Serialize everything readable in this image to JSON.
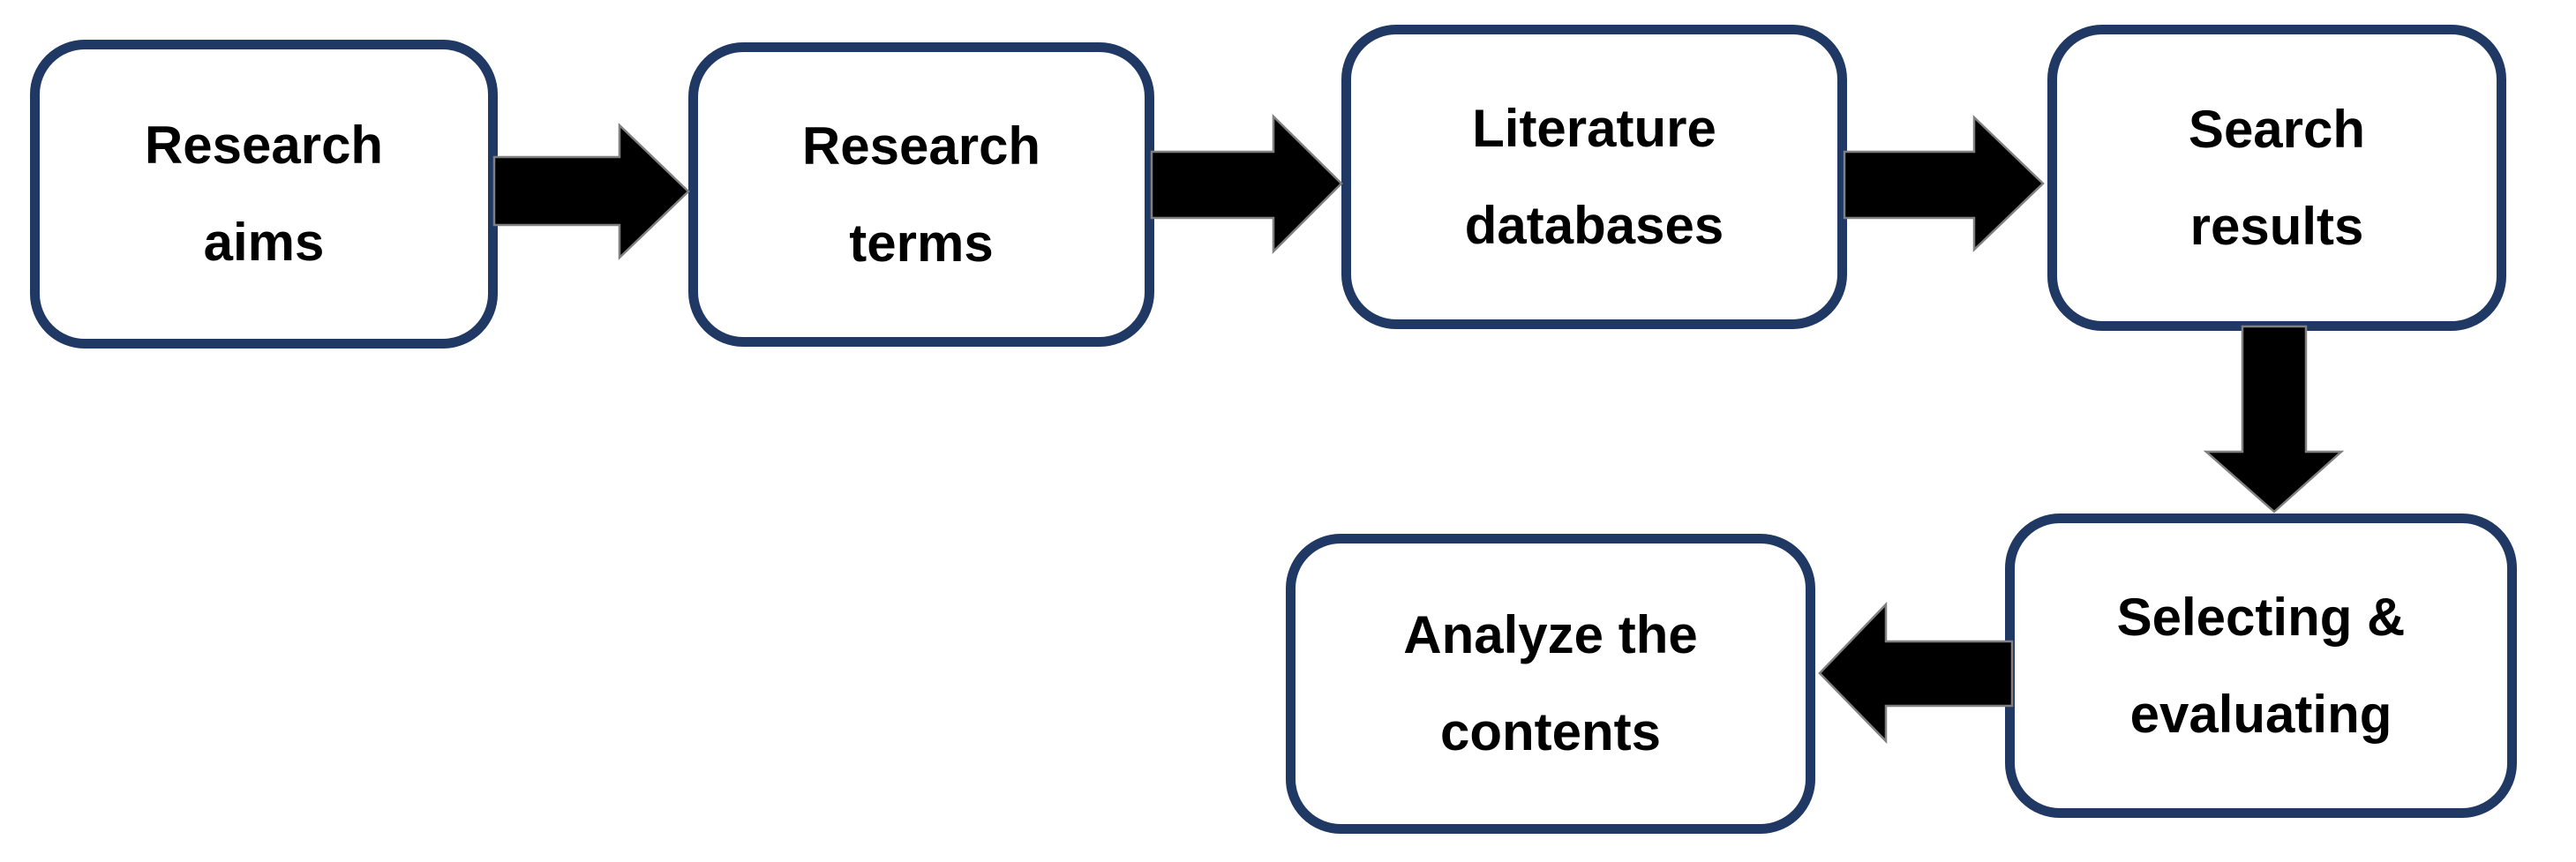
{
  "diagram": {
    "type": "flowchart",
    "nodes": [
      {
        "id": "research-aims",
        "line1": "Research",
        "line2": "aims"
      },
      {
        "id": "research-terms",
        "line1": "Research",
        "line2": "terms"
      },
      {
        "id": "literature-databases",
        "line1": "Literature",
        "line2": "databases"
      },
      {
        "id": "search-results",
        "line1": "Search",
        "line2": "results"
      },
      {
        "id": "selecting-evaluating",
        "line1": "Selecting &",
        "line2": "evaluating"
      },
      {
        "id": "analyze-contents",
        "line1": "Analyze the",
        "line2": "contents"
      }
    ],
    "flow": [
      {
        "from": "Research aims",
        "to": "Research terms",
        "direction": "right"
      },
      {
        "from": "Research terms",
        "to": "Literature databases",
        "direction": "right"
      },
      {
        "from": "Literature databases",
        "to": "Search results",
        "direction": "right"
      },
      {
        "from": "Search results",
        "to": "Selecting & evaluating",
        "direction": "down"
      },
      {
        "from": "Selecting & evaluating",
        "to": "Analyze the contents",
        "direction": "left"
      }
    ],
    "colors": {
      "node_border": "#1f3864",
      "node_fill": "#ffffff",
      "text": "#000000",
      "arrow_fill": "#000000",
      "arrow_outline": "#808080",
      "background": "#ffffff"
    }
  }
}
